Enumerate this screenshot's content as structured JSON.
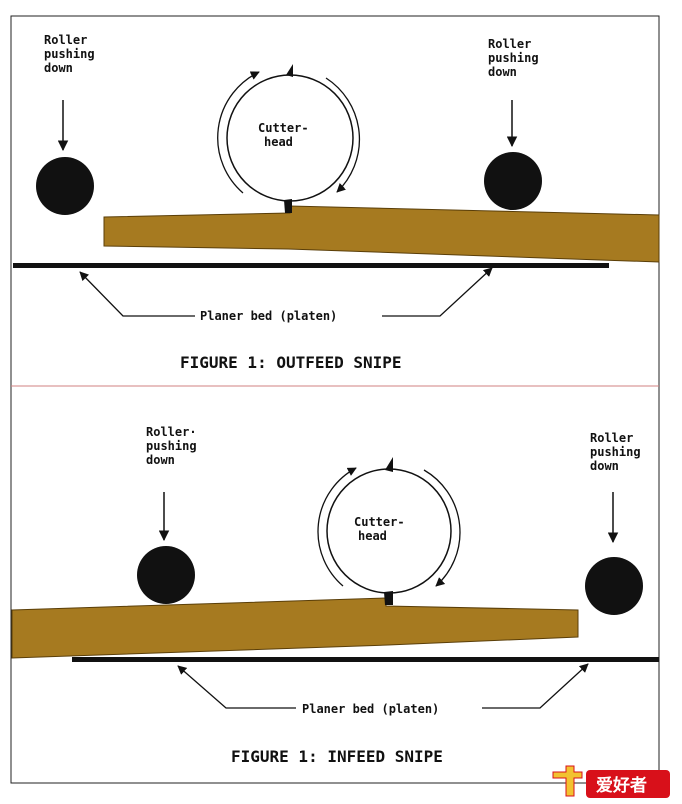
{
  "figure1": {
    "label_roller_left": [
      "Roller",
      "pushing",
      "down"
    ],
    "label_roller_right": [
      "Roller",
      "pushing",
      "down"
    ],
    "label_cutterhead": [
      "Cutter-",
      "head"
    ],
    "label_bed": "Planer bed (platen)",
    "caption": "FIGURE 1: OUTFEED SNIPE"
  },
  "figure2": {
    "label_roller_left": [
      "Roller·",
      "pushing",
      "down"
    ],
    "label_roller_right": [
      "Roller",
      "pushing",
      "down"
    ],
    "label_cutterhead": [
      "Cutter-",
      "head"
    ],
    "label_bed": "Planer bed (platen)",
    "caption": "FIGURE 1: INFEED SNIPE"
  },
  "watermark": {
    "logo_text": "爱好者"
  },
  "colors": {
    "board": "#a67a20",
    "board_stroke": "#5a3e08",
    "ink": "#111111",
    "divider": "#d08080",
    "logo_red": "#d8101a",
    "logo_yellow": "#f2c230"
  }
}
